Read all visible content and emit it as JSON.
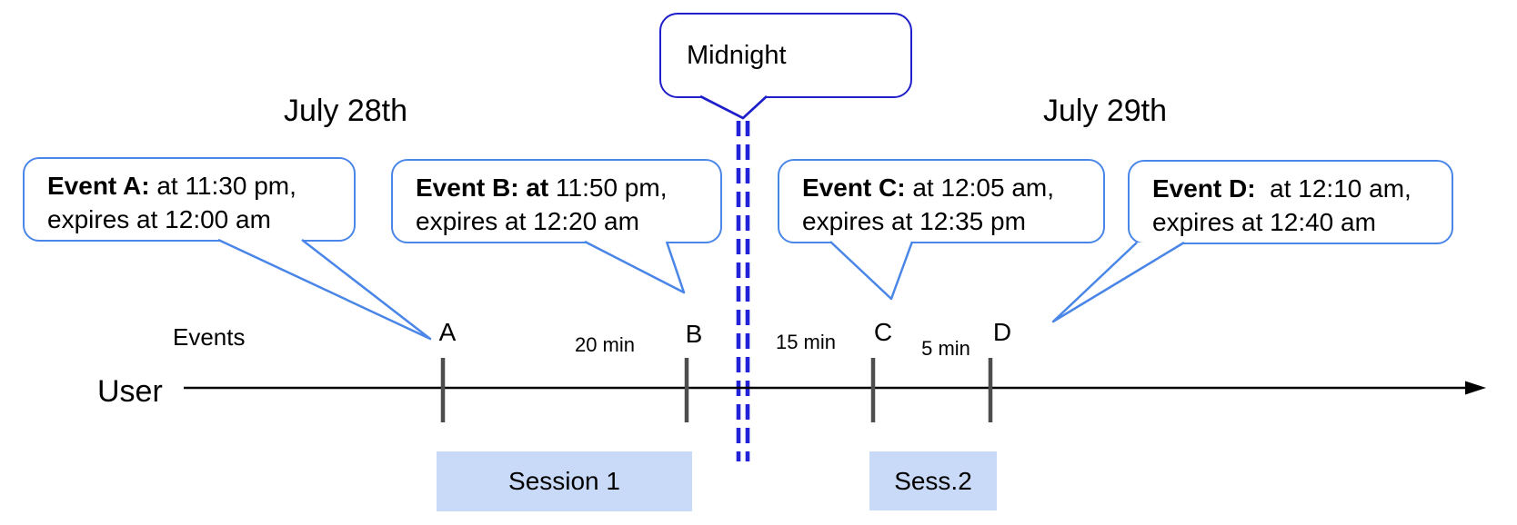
{
  "diagram": {
    "day_titles": [
      {
        "label": "July 28th"
      },
      {
        "label": "July 29th"
      }
    ],
    "midnight": {
      "label": "Midnight"
    },
    "axis": {
      "events_label": "Events",
      "user_label": "User"
    },
    "event_callouts": [
      {
        "id": "A",
        "bold": "Event A:",
        "line1_rest": " at 11:30 pm,",
        "line2": "expires at 12:00 am"
      },
      {
        "id": "B",
        "bold": "Event B: at",
        "line1_rest": " 11:50 pm,",
        "line2": "expires at 12:20 am"
      },
      {
        "id": "C",
        "bold": "Event C:",
        "line1_rest": " at 12:05 am,",
        "line2": "expires at 12:35 pm"
      },
      {
        "id": "D",
        "bold": "Event D:",
        "line1_rest": "  at 12:10 am,",
        "line2": "expires at 12:40 am"
      }
    ],
    "timeline_marks": [
      {
        "label": "A"
      },
      {
        "label": "B"
      },
      {
        "label": "C"
      },
      {
        "label": "D"
      }
    ],
    "gap_labels": [
      "20 min",
      "15 min",
      "5 min"
    ],
    "sessions": [
      {
        "label": "Session 1"
      },
      {
        "label": "Sess.2"
      }
    ],
    "colors": {
      "callout_border": "#4a86e8",
      "midnight_border": "#1e1ecb",
      "dash": "#2222d8",
      "session_fill": "#c9daf8",
      "tick": "#4d4d4d",
      "axis": "#000000"
    }
  }
}
